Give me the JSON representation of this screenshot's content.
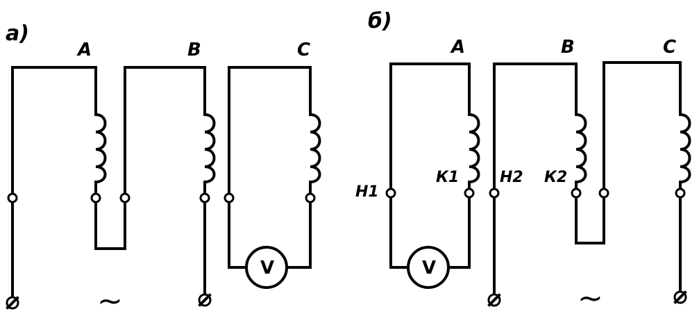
{
  "diagram_a": {
    "label": "а)",
    "phase_a": "A",
    "phase_b": "B",
    "phase_c": "C",
    "meter": "V",
    "source_symbol": "~"
  },
  "diagram_b": {
    "label": "б)",
    "phase_a": "A",
    "phase_b": "B",
    "phase_c": "C",
    "terminal_h1": "Н1",
    "terminal_k1": "К1",
    "terminal_h2": "Н2",
    "terminal_k2": "К2",
    "meter": "V",
    "source_symbol": "~"
  }
}
